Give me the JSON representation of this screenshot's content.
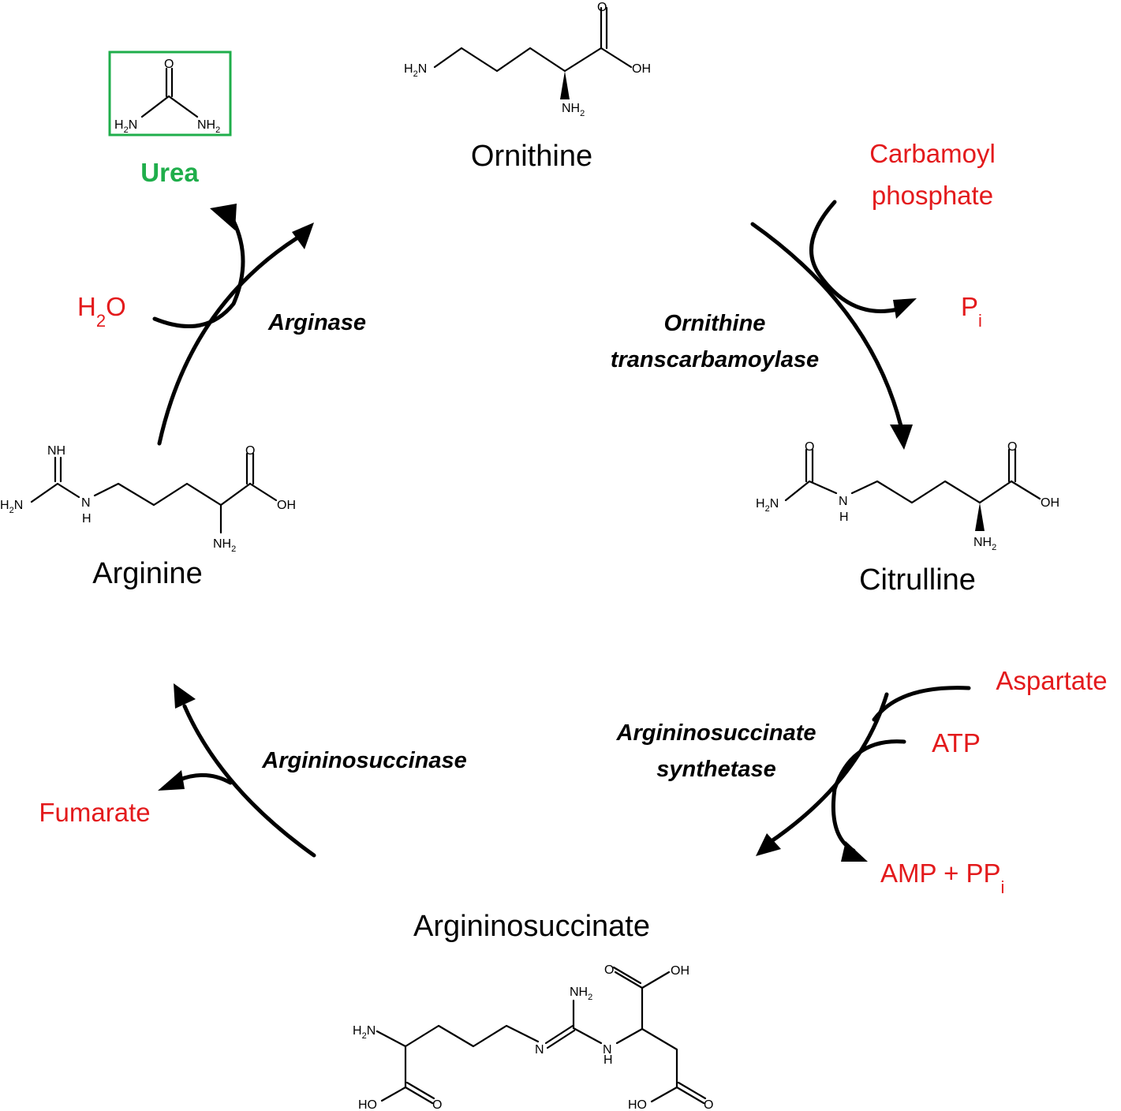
{
  "compounds": {
    "ornithine": "Ornithine",
    "citrulline": "Citrulline",
    "argininosuccinate": "Argininosuccinate",
    "arginine": "Arginine",
    "urea": "Urea"
  },
  "reagents": {
    "carbamoyl_line1": "Carbamoyl",
    "carbamoyl_line2": "phosphate",
    "pi_main": "P",
    "pi_sub": "i",
    "aspartate": "Aspartate",
    "atp": "ATP",
    "amp_main": "AMP + PP",
    "amp_sub": "i",
    "fumarate": "Fumarate",
    "h2o_h": "H",
    "h2o_sub": "2",
    "h2o_o": "O"
  },
  "enzymes": {
    "otc_line1": "Ornithine",
    "otc_line2": "transcarbamoylase",
    "ass_line1": "Argininosuccinate",
    "ass_line2": "synthetase",
    "asl": "Argininosuccinase",
    "arginase": "Arginase"
  },
  "atoms": {
    "O": "O",
    "OH": "OH",
    "HO": "HO",
    "H": "H",
    "N": "N",
    "NH": "NH",
    "H2N": "H",
    "NH2": "NH",
    "two": "2"
  },
  "colors": {
    "reagent": "#e31a1c",
    "urea": "#1fae4b",
    "text": "#000000"
  }
}
